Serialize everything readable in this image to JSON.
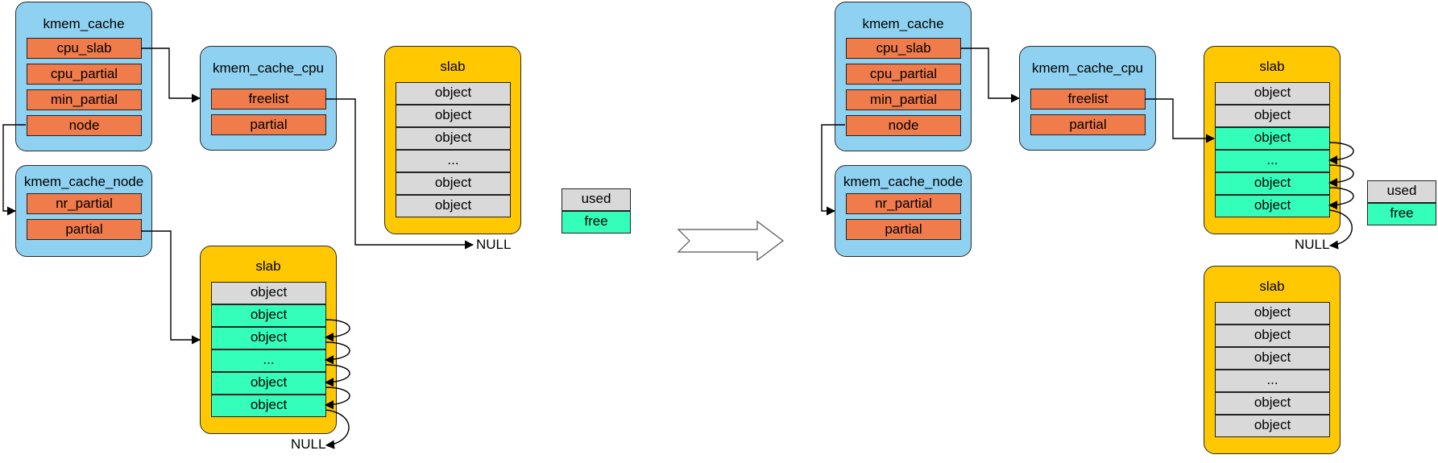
{
  "colors": {
    "struct_fill": "#8fd1f0",
    "field_fill": "#f07b4b",
    "slab_fill": "#ffc800",
    "used_fill": "#d9d9d9",
    "free_fill": "#33ffbb"
  },
  "left": {
    "kmem_cache": {
      "title": "kmem_cache",
      "fields": [
        "cpu_slab",
        "cpu_partial",
        "min_partial",
        "node"
      ]
    },
    "kmem_cache_cpu": {
      "title": "kmem_cache_cpu",
      "fields": [
        "freelist",
        "partial"
      ]
    },
    "kmem_cache_node": {
      "title": "kmem_cache_node",
      "fields": [
        "nr_partial",
        "partial"
      ]
    },
    "cpu_slab": {
      "title": "slab",
      "objects": [
        "object",
        "object",
        "object",
        "...",
        "object",
        "object"
      ]
    },
    "partial_slab": {
      "title": "slab",
      "objects": [
        "object",
        "object",
        "object",
        "...",
        "object",
        "object"
      ]
    },
    "null_top": "NULL",
    "null_bottom": "NULL",
    "legend": {
      "used": "used",
      "free": "free"
    }
  },
  "right": {
    "kmem_cache": {
      "title": "kmem_cache",
      "fields": [
        "cpu_slab",
        "cpu_partial",
        "min_partial",
        "node"
      ]
    },
    "kmem_cache_cpu": {
      "title": "kmem_cache_cpu",
      "fields": [
        "freelist",
        "partial"
      ]
    },
    "kmem_cache_node": {
      "title": "kmem_cache_node",
      "fields": [
        "nr_partial",
        "partial"
      ]
    },
    "cpu_slab": {
      "title": "slab",
      "objects": [
        "object",
        "object",
        "object",
        "...",
        "object",
        "object"
      ]
    },
    "full_slab": {
      "title": "slab",
      "objects": [
        "object",
        "object",
        "object",
        "...",
        "object",
        "object"
      ]
    },
    "null": "NULL",
    "legend": {
      "used": "used",
      "free": "free"
    }
  }
}
